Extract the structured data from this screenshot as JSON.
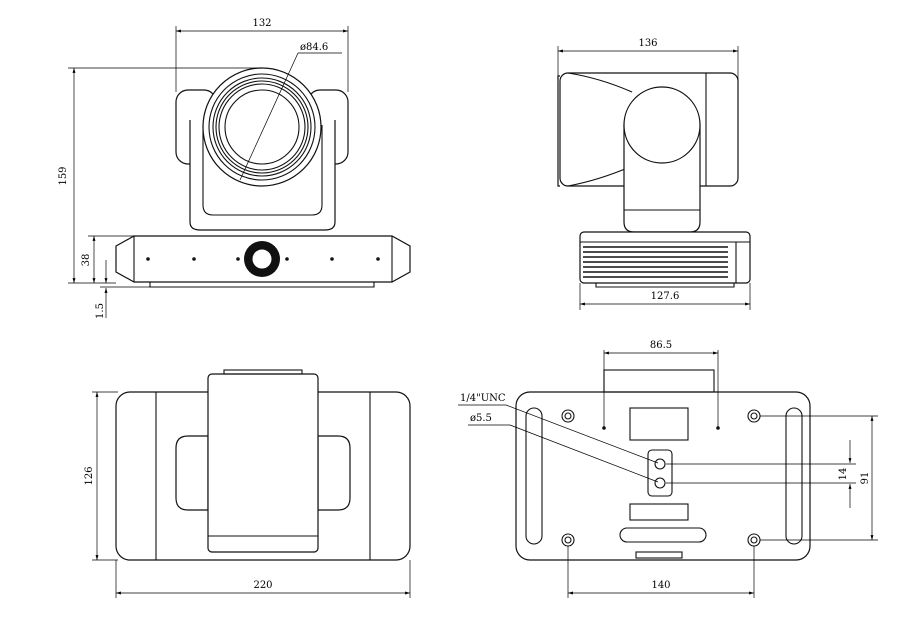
{
  "drawing": {
    "front_view": {
      "width_dim": "132",
      "lens_dim": "ø84.6",
      "height_dim": "159",
      "base_height_dim": "38",
      "foot_dim": "1.5"
    },
    "side_view": {
      "top_dim": "136",
      "bottom_dim": "127.6"
    },
    "top_view": {
      "height_dim": "126",
      "width_dim": "220"
    },
    "bottom_view": {
      "top_dim": "86.5",
      "thread_label": "1/4\"UNC",
      "hole_label": "ø5.5",
      "spacing_dim": "14",
      "vertical_dim": "91",
      "width_dim": "140"
    }
  }
}
